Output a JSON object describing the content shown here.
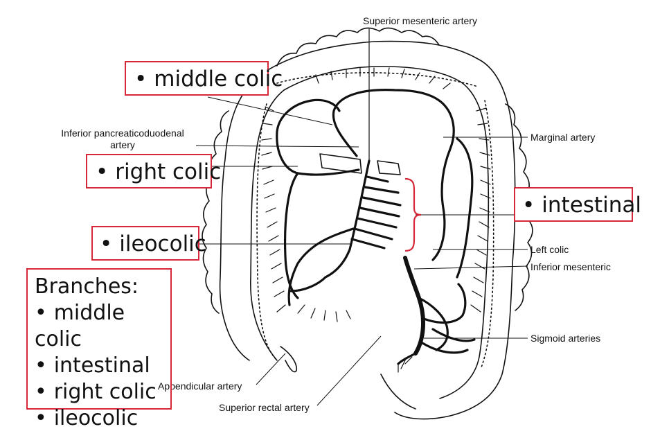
{
  "labels": {
    "superior_mesenteric": "Superior mesenteric artery",
    "inferior_pancreaticoduodenal_line1": "Inferior pancreaticoduodenal",
    "inferior_pancreaticoduodenal_line2": "artery",
    "marginal": "Marginal artery",
    "left_colic": "Left colic",
    "inferior_mesenteric": "Inferior mesenteric",
    "sigmoid": "Sigmoid arteries",
    "appendicular": "Appendicular artery",
    "superior_rectal": "Superior rectal artery"
  },
  "callouts": {
    "middle_colic": "middle colic",
    "right_colic": "right colic",
    "ileocolic": "ileocolic",
    "intestinal": "intestinal",
    "bullet": "•"
  },
  "summary": {
    "title": "Branches:",
    "items": [
      "middle colic",
      "intestinal",
      "right colic",
      "ileocolic"
    ]
  },
  "colors": {
    "callout_border": "#d72638",
    "brace": "#d72638",
    "ink": "#111111"
  }
}
